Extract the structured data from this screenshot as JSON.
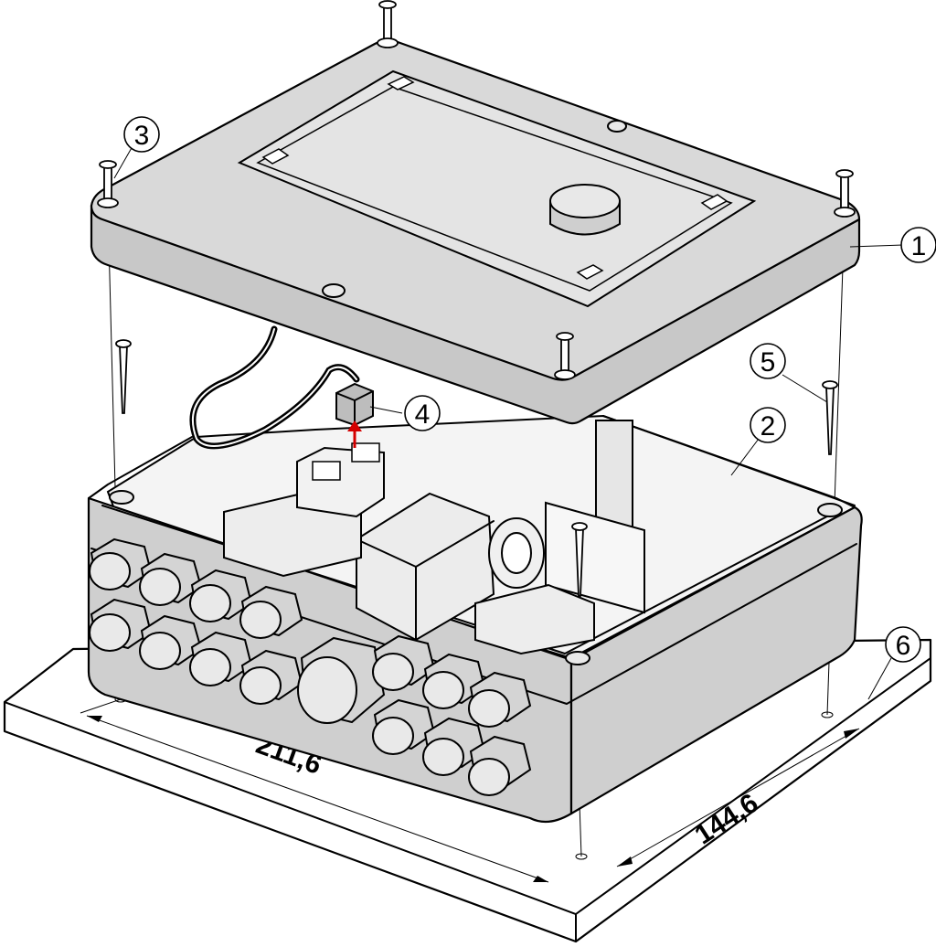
{
  "callouts": [
    {
      "id": "1",
      "label": "1"
    },
    {
      "id": "2",
      "label": "2"
    },
    {
      "id": "3",
      "label": "3"
    },
    {
      "id": "4",
      "label": "4"
    },
    {
      "id": "5",
      "label": "5"
    },
    {
      "id": "6",
      "label": "6"
    }
  ],
  "dimensions": {
    "length": "211,6",
    "width": "144,6"
  },
  "colors": {
    "line": "#000000",
    "housing": "#d9d9d9",
    "arrow": "#d40000"
  }
}
